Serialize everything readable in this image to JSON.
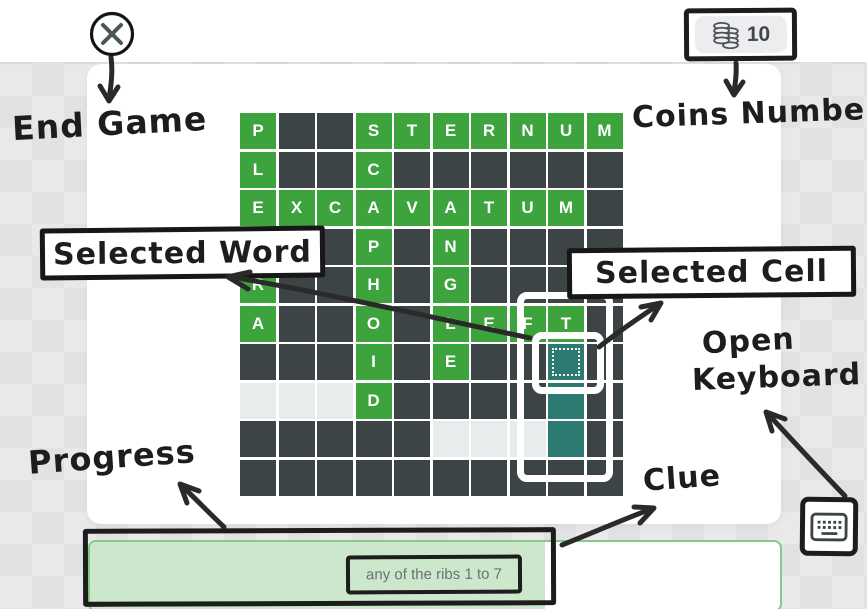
{
  "top_bar": {
    "coins_value": "10"
  },
  "board": {
    "rows": [
      "P##STERNUM",
      "L##C######",
      "EXCAVATUM#",
      "U##P#N####",
      "R##H#G####",
      "A##O#LEFT#",
      "###I#E##@#",
      "...D####~#",
      "#####...~#",
      "##########"
    ],
    "legend": {
      "#": "dark-cell",
      ".": "empty-cell",
      "~": "selected-word-cell",
      "@": "selected-cursor-cell",
      "letter": "solved-green-cell"
    }
  },
  "clue_bar": {
    "clue_text": "any of the ribs 1 to 7",
    "progress_percent": 66
  },
  "annotations": {
    "end_game": "End Game",
    "coins_number": "Coins Number",
    "selected_word": "Selected Word",
    "selected_cell": "Selected Cell",
    "open_keyboard": [
      "Open",
      "Keyboard"
    ],
    "progress": "Progress",
    "clue": "Clue"
  },
  "colors": {
    "cell_green": "#3da33d",
    "cell_dark": "#3d4446",
    "cell_empty": "#e9ecec",
    "cell_selected_word": "#2d7a73",
    "progress_fill": "#cde7cd",
    "progress_border": "#86ca86",
    "annotation_ink": "#1d1d1d"
  }
}
